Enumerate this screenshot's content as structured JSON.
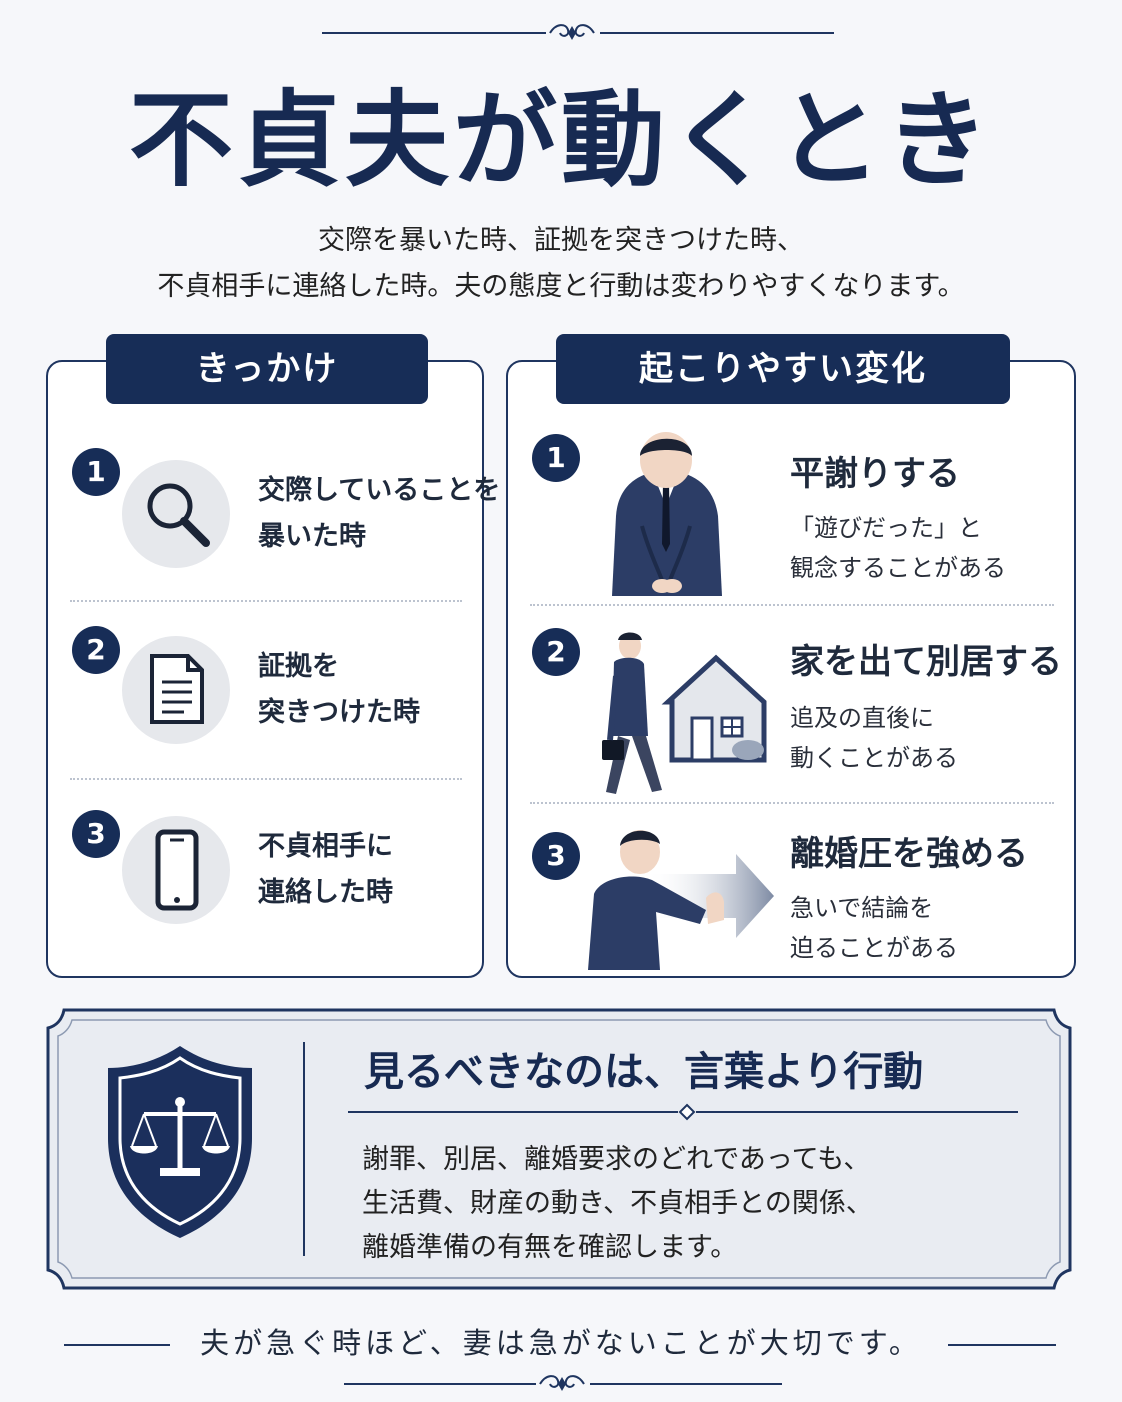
{
  "header": {
    "title": "不貞夫が動くとき",
    "subtitle_lines": [
      "交際を暴いた時、証拠を突きつけた時、",
      "不貞相手に連絡した時。夫の態度と行動は変わりやすくなります。"
    ]
  },
  "triggers": {
    "title": "きっかけ",
    "items": [
      {
        "number": "1",
        "icon": "magnifier-icon",
        "lines": [
          "交際していることを",
          "暴いた時"
        ]
      },
      {
        "number": "2",
        "icon": "document-icon",
        "lines": [
          "証拠を",
          "突きつけた時"
        ]
      },
      {
        "number": "3",
        "icon": "smartphone-icon",
        "lines": [
          "不貞相手に",
          "連絡した時"
        ]
      }
    ]
  },
  "changes": {
    "title": "起こりやすい変化",
    "items": [
      {
        "number": "1",
        "icon": "bowing-man-illustration",
        "heading": "平謝りする",
        "lines": [
          "「遊びだった」と",
          "観念することがある"
        ]
      },
      {
        "number": "2",
        "icon": "man-leaving-house-illustration",
        "heading": "家を出て別居する",
        "lines": [
          "追及の直後に",
          "動くことがある"
        ]
      },
      {
        "number": "3",
        "icon": "man-pushing-arrow-illustration",
        "heading": "離婚圧を強める",
        "lines": [
          "急いで結論を",
          "迫ることがある"
        ]
      }
    ]
  },
  "summary": {
    "icon": "shield-scales-icon",
    "heading": "見るべきなのは、言葉より行動",
    "lines": [
      "謝罪、別居、離婚要求のどれであっても、",
      "生活費、財産の動き、不貞相手との関係、",
      "離婚準備の有無を確認します。"
    ]
  },
  "footer": {
    "text": "夫が急ぐ時ほど、妻は急がないことが大切です。"
  },
  "colors": {
    "navy": "#172d57",
    "background": "#f6f7fa",
    "icon_circle": "#e6e8ec"
  }
}
